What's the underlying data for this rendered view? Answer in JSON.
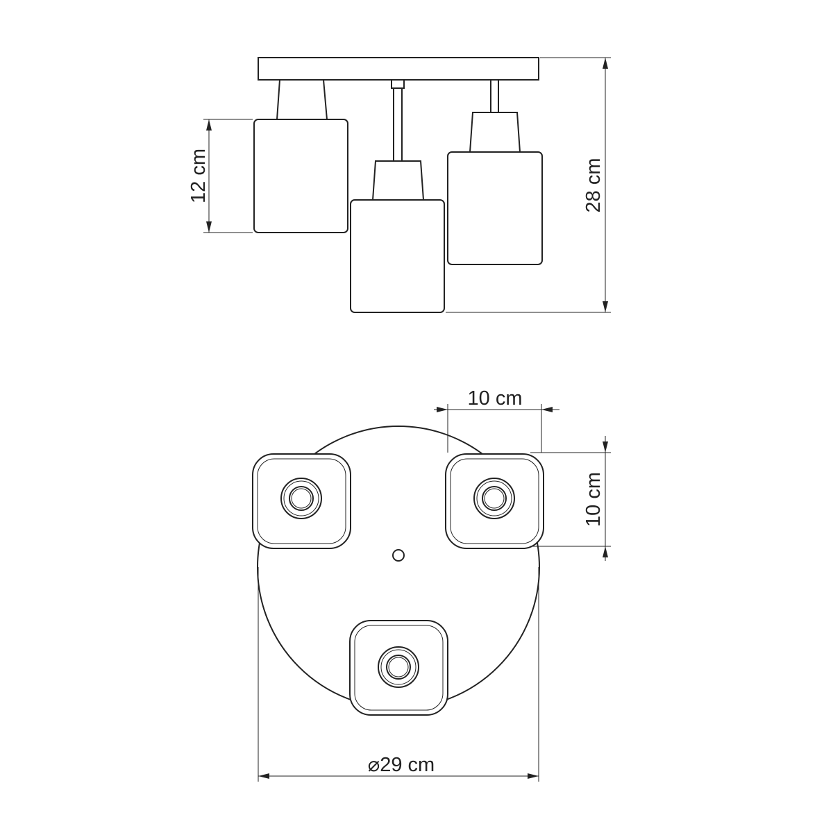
{
  "dimensions": {
    "shade_height": "12 cm",
    "total_height": "28 cm",
    "head_width": "10 cm",
    "head_depth": "10 cm",
    "base_diameter_symbol": "⌀",
    "base_diameter": "29 cm"
  },
  "colors": {
    "line": "#222222",
    "background": "#ffffff"
  }
}
